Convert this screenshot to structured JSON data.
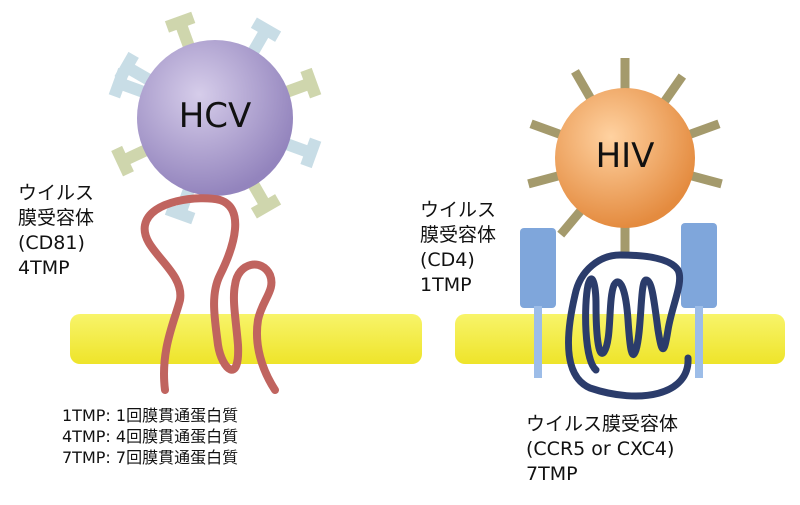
{
  "hcv": {
    "name": "HCV",
    "receptor_label": [
      "ウイルス",
      "膜受容体",
      "(CD81)",
      "4TMP"
    ],
    "colors": {
      "body": "#a99ac8",
      "spike_blue": "#c8dde6",
      "spike_green": "#cfd6ad",
      "receptor": "#c0645f"
    }
  },
  "hiv": {
    "name": "HIV",
    "receptor_label": [
      "ウイルス",
      "膜受容体",
      "(CD4)",
      "1TMP"
    ],
    "coreceptor_label": [
      "ウイルス膜受容体",
      "(CCR5 or CXC4)",
      "7TMP"
    ],
    "colors": {
      "body": "#f0a463",
      "spike": "#a49a6c",
      "cd4": "#7fa6db",
      "coreceptor": "#2b3c6b"
    }
  },
  "membrane_color": "#f4ee3a",
  "legend": [
    "1TMP: 1回膜貫通蛋白質",
    "4TMP: 4回膜貫通蛋白質",
    "7TMP: 7回膜貫通蛋白質"
  ]
}
